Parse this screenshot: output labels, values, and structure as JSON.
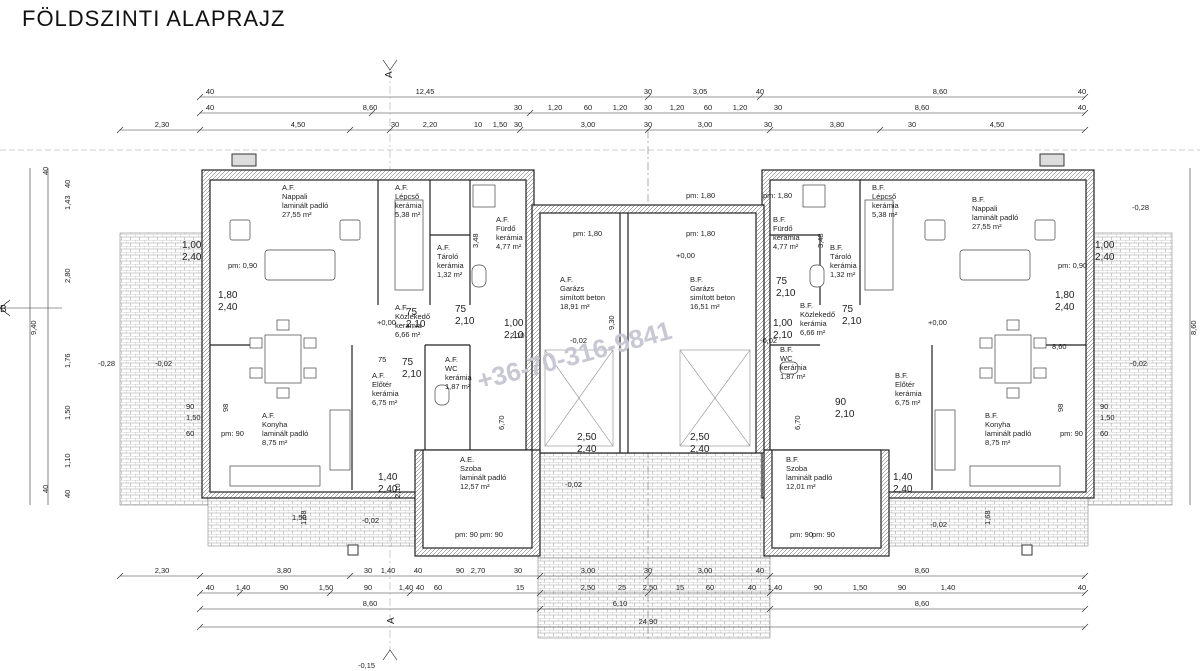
{
  "title": "FÖLDSZINTI ALAPRAJZ",
  "section_marks": {
    "a": "A",
    "b": "B"
  },
  "watermark": "+36-70-316-9841",
  "dims": {
    "row1": [
      "12,45",
      "3,05",
      "8,60",
      "40",
      "40",
      "40",
      "30"
    ],
    "row2": [
      "40",
      "8,60",
      "30",
      "1,20",
      "60",
      "1,20",
      "30",
      "1,20",
      "60",
      "1,20",
      "30",
      "8,60",
      "40"
    ],
    "row3": [
      "2,30",
      "4,50",
      "30",
      "2,20",
      "10",
      "1,50",
      "30",
      "3,00",
      "30",
      "3,00",
      "30",
      "3,80",
      "30",
      "4,50"
    ],
    "bot1": [
      "2,30",
      "3,80",
      "30",
      "1,40",
      "40",
      "90",
      "2,70",
      "30",
      "3,00",
      "30",
      "3,00",
      "40",
      "8,60"
    ],
    "bot2": [
      "40",
      "1,40",
      "90",
      "1,50",
      "90",
      "1,40",
      "40",
      "60",
      "15",
      "2,50",
      "25",
      "2,50",
      "15",
      "60",
      "40",
      "1,40",
      "90",
      "1,50",
      "90",
      "1,40",
      "40"
    ],
    "bot3": [
      "8,60",
      "6,10",
      "8,60"
    ],
    "bot4": [
      "24,90"
    ],
    "left": [
      "40",
      "40",
      "1,43",
      "2,80",
      "9,40",
      "1,76",
      "1,50",
      "1,10",
      "40",
      "40"
    ],
    "right": [
      "8,60"
    ]
  },
  "rooms": [
    {
      "code": "A.F.",
      "name": "Nappali",
      "floor": "laminált padló",
      "area": "27,55 m²"
    },
    {
      "code": "A.F.",
      "name": "Lépcső",
      "floor": "kerámia",
      "area": "5,38 m²"
    },
    {
      "code": "A.F.",
      "name": "Fürdő",
      "floor": "kerámia",
      "area": "4,77 m²"
    },
    {
      "code": "A.F.",
      "name": "Tároló",
      "floor": "kerámia",
      "area": "1,32 m²"
    },
    {
      "code": "A.F.",
      "name": "Közlekedő",
      "floor": "kerámia",
      "area": "6,66 m²"
    },
    {
      "code": "A.F.",
      "name": "WC",
      "floor": "kerámia",
      "area": "1,87 m²"
    },
    {
      "code": "A.F.",
      "name": "Előtér",
      "floor": "kerámia",
      "area": "6,75 m²"
    },
    {
      "code": "A.F.",
      "name": "Konyha",
      "floor": "laminált padló",
      "area": "8,75 m²"
    },
    {
      "code": "A.F.",
      "name": "Garázs",
      "floor": "simított beton",
      "area": "18,91 m²"
    },
    {
      "code": "A.E.",
      "name": "Szoba",
      "floor": "laminált padló",
      "area": "12,57 m²"
    },
    {
      "code": "B.F.",
      "name": "Garázs",
      "floor": "simított beton",
      "area": "16,51 m²"
    },
    {
      "code": "B.F.",
      "name": "Fürdő",
      "floor": "kerámia",
      "area": "4,77 m²"
    },
    {
      "code": "B.F.",
      "name": "Tároló",
      "floor": "kerámia",
      "area": "1,32 m²"
    },
    {
      "code": "B.F.",
      "name": "Közlekedő",
      "floor": "kerámia",
      "area": "6,66 m²"
    },
    {
      "code": "B.F.",
      "name": "WC",
      "floor": "kerámia",
      "area": "1,87 m²"
    },
    {
      "code": "B.F.",
      "name": "Szoba",
      "floor": "laminált padló",
      "area": "12,01 m²"
    },
    {
      "code": "B.F.",
      "name": "Lépcső",
      "floor": "kerámia",
      "area": "5,38 m²"
    },
    {
      "code": "B.F.",
      "name": "Nappali",
      "floor": "laminált padló",
      "area": "27,55 m²"
    },
    {
      "code": "B.F.",
      "name": "Előtér",
      "floor": "kerámia",
      "area": "6,75 m²"
    },
    {
      "code": "B.F.",
      "name": "Konyha",
      "floor": "laminált padló",
      "area": "8,75 m²"
    }
  ],
  "openings": [
    {
      "w": "1,80",
      "h": "2,40"
    },
    {
      "w": "1,00",
      "h": "2,40"
    },
    {
      "w": "75",
      "h": "2,10"
    },
    {
      "w": "1,00",
      "h": "2,10"
    },
    {
      "w": "75",
      "h": "2,10"
    },
    {
      "w": "1,40",
      "h": "2,40"
    },
    {
      "w": "2,50",
      "h": "2,40"
    },
    {
      "w": "2,50",
      "h": "2,40"
    },
    {
      "w": "1,00",
      "h": "2,10"
    },
    {
      "w": "75",
      "h": "2,10"
    },
    {
      "w": "90",
      "h": "2,10"
    },
    {
      "w": "1,40",
      "h": "2,40"
    },
    {
      "w": "1,80",
      "h": "2,40"
    },
    {
      "w": "1,00",
      "h": "2,40"
    },
    {
      "w": "75",
      "h": "2,10"
    },
    {
      "w": "75",
      "h": "2,10"
    }
  ],
  "levels": [
    "+0,00",
    "+0,00",
    "-0,02",
    "-0,02",
    "-0,02",
    "-0,28",
    "-0,28",
    "-0,02",
    "-0,02",
    "-0,02",
    "-0,15",
    "+0,00",
    "-0,02"
  ],
  "sill_notes": [
    "pm: 90",
    "pm: 90",
    "pm: 90",
    "pm: 90",
    "pm: 1,80",
    "pm: 1,80",
    "pm: 1,80",
    "pm: 1,80",
    "pm: 0,90",
    "pm: 0,90",
    "pm: 90",
    "pm: 90"
  ],
  "misc": [
    "3,48",
    "3,48",
    "9,30",
    "6,70",
    "6,70",
    "98",
    "98",
    "90",
    "90",
    "60",
    "60",
    "1,50",
    "1,50",
    "2,10",
    "75",
    "1,50",
    "2,10",
    "1,68",
    "1,68",
    "8,60"
  ]
}
